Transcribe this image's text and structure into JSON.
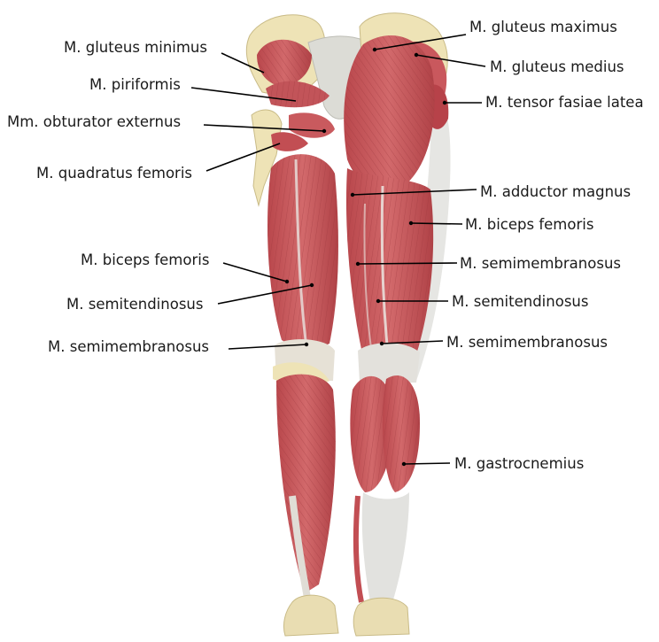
{
  "figure": {
    "subject": "Posterior view of the lower limb muscles",
    "colors": {
      "muscle": "#c8575a",
      "muscle_dark": "#a63c41",
      "tendon": "#e4e4e4",
      "bone": "#efe4b8",
      "leader": "#000000"
    }
  },
  "labels": {
    "gluteus_minimus": "M. gluteus minimus",
    "piriformis": "M. piriformis",
    "obturator_externus": "Mm. obturator externus",
    "quadratus_femoris": "M. quadratus femoris",
    "biceps_femoris_left": "M. biceps femoris",
    "semitendinosus_left": "M. semitendinosus",
    "semimembranosus_left": "M. semimembranosus",
    "gluteus_maximus": "M. gluteus maximus",
    "gluteus_medius": "M. gluteus medius",
    "tensor_fasciae_latae": "M. tensor fasiae latea",
    "adductor_magnus": "M. adductor magnus",
    "biceps_femoris_right": "M. biceps femoris",
    "semimembranosus_right_upper": "M. semimembranosus",
    "semitendinosus_right": "M. semitendinosus",
    "semimembranosus_right_lower": "M. semimembranosus",
    "gastrocnemius": "M. gastrocnemius"
  }
}
